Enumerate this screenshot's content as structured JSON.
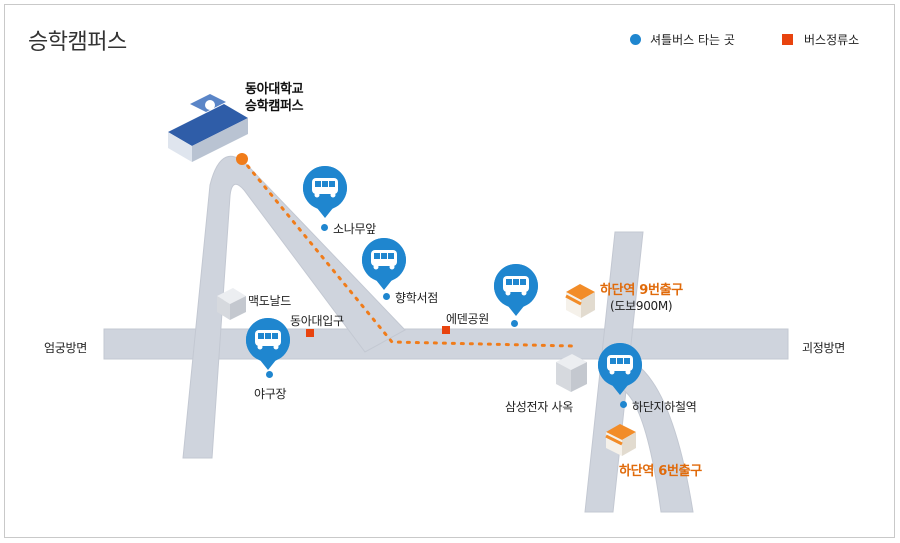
{
  "title": "승학캠퍼스",
  "legend": {
    "shuttle": "셔틀버스 타는 곳",
    "bus_stop": "버스정류소",
    "shuttle_color": "#1f86cf",
    "bus_stop_color": "#e8430e"
  },
  "campus": {
    "line1": "동아대학교",
    "line2": "승학캠퍼스"
  },
  "shuttle_stops": [
    "소나무앞",
    "향학서점",
    "야구장",
    "하단지하철역"
  ],
  "bus_stops": [
    "동아대입구",
    "에덴공원"
  ],
  "landmarks": {
    "mcdonalds": "맥도날드",
    "samsung": "삼성전자 사옥"
  },
  "directions": {
    "west": "엄궁방면",
    "east": "괴정방면"
  },
  "exits": {
    "exit9": "하단역  9번출구",
    "exit9_note": "(도보900M)",
    "exit6": "하단역  6번출구"
  },
  "icons": [
    "bus-icon",
    "building-icon",
    "subway-exit-icon"
  ]
}
